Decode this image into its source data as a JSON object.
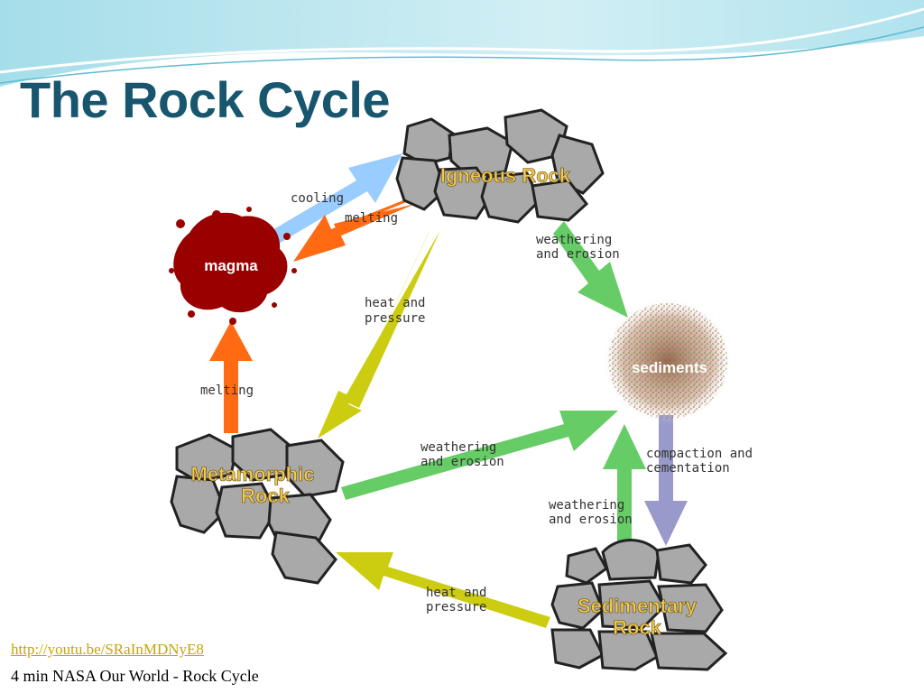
{
  "slide": {
    "title": "The Rock Cycle",
    "link": "http://youtu.be/SRaInMDNyE8",
    "caption": "4 min NASA Our World - Rock Cycle"
  },
  "diagram": {
    "nodes": {
      "igneous": "Igneous Rock",
      "magma": "magma",
      "sediments": "sediments",
      "metamorphic_line1": "Metamorphic",
      "metamorphic_line2": "Rock",
      "sedimentary_line1": "Sedimentary",
      "sedimentary_line2": "Rock"
    },
    "labels": {
      "cooling": "cooling",
      "melting_top": "melting",
      "melting_left": "melting",
      "weathering_top_1": "weathering",
      "weathering_top_2": "and erosion",
      "heat_top_1": "heat and",
      "heat_top_2": "pressure",
      "weathering_mid_1": "weathering",
      "weathering_mid_2": "and erosion",
      "compaction_1": "compaction and",
      "compaction_2": "cementation",
      "weathering_bot_1": "weathering",
      "weathering_bot_2": "and erosion",
      "heat_bot_1": "heat and",
      "heat_bot_2": "pressure"
    },
    "colors": {
      "cooling_arrow": "#99ccff",
      "melting_arrow": "#ff6a13",
      "weathering_arrow": "#66cc66",
      "heat_pressure_arrow": "#cccc11",
      "compaction_arrow": "#9999cc",
      "magma": "#990000",
      "rock_fill": "#a9a9a9",
      "title_color": "#17566e"
    }
  }
}
